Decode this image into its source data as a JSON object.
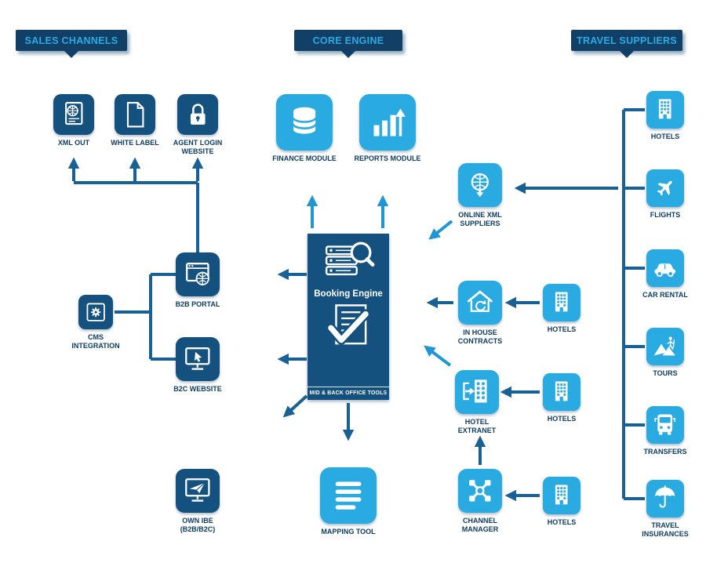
{
  "banners": {
    "sales_channels": "SALES CHANNELS",
    "core_engine": "CORE ENGINE",
    "travel_suppliers": "TRAVEL SUPPLIERS"
  },
  "nodes": {
    "xml_out": {
      "label": "XML OUT",
      "icon": "document-globe-icon"
    },
    "white_label": {
      "label": "WHITE LABEL",
      "icon": "blank-document-icon"
    },
    "agent_login_website": {
      "label": "AGENT LOGIN WEBSITE",
      "icon": "padlock-icon"
    },
    "b2b_portal": {
      "label": "B2B PORTAL",
      "icon": "browser-globe-icon"
    },
    "b2c_website": {
      "label": "B2C WEBSITE",
      "icon": "monitor-cursor-icon"
    },
    "cms_integration": {
      "label": "CMS INTEGRATION",
      "icon": "gear-box-icon"
    },
    "own_ibe": {
      "label": "OWN IBE (B2B/B2C)",
      "icon": "monitor-plane-icon"
    },
    "finance_module": {
      "label": "FINANCE MODULE",
      "icon": "database-icon"
    },
    "reports_module": {
      "label": "REPORTS MODULE",
      "icon": "bar-chart-icon"
    },
    "booking_engine": {
      "title": "Booking Engine",
      "subtitle": "MID & BACK OFFICE TOOLS",
      "icons": [
        "server-search-icon",
        "checklist-icon"
      ]
    },
    "mapping_tool": {
      "label": "MAPPING TOOL",
      "icon": "list-lines-icon"
    },
    "online_xml_suppliers": {
      "label": "ONLINE XML SUPPLIERS",
      "icon": "globe-download-icon"
    },
    "in_house_contracts": {
      "label": "IN HOUSE CONTRACTS",
      "icon": "house-refresh-icon"
    },
    "hotel_extranet": {
      "label": "HOTEL EXTRANET",
      "icon": "building-arrow-icon"
    },
    "channel_manager": {
      "label": "CHANNEL MANAGER",
      "icon": "network-x-icon"
    },
    "hotels": {
      "label": "HOTELS",
      "icon": "building-windows-icon"
    },
    "flights": {
      "label": "FLIGHTS",
      "icon": "airplane-icon"
    },
    "car_rental": {
      "label": "CAR RENTAL",
      "icon": "car-icon"
    },
    "tours": {
      "label": "TOURS",
      "icon": "mountains-hiker-icon"
    },
    "transfers": {
      "label": "TRANSFERS",
      "icon": "bus-icon"
    },
    "travel_insurances": {
      "label": "TRAVEL INSURANCES",
      "icon": "umbrella-icon"
    }
  },
  "colors": {
    "navy": "#14517e",
    "banner_navy": "#123f66",
    "bright_blue": "#29abe2",
    "arrow_navy": "#186095",
    "arrow_blue": "#2196d4",
    "label_text": "#0e3d64"
  }
}
